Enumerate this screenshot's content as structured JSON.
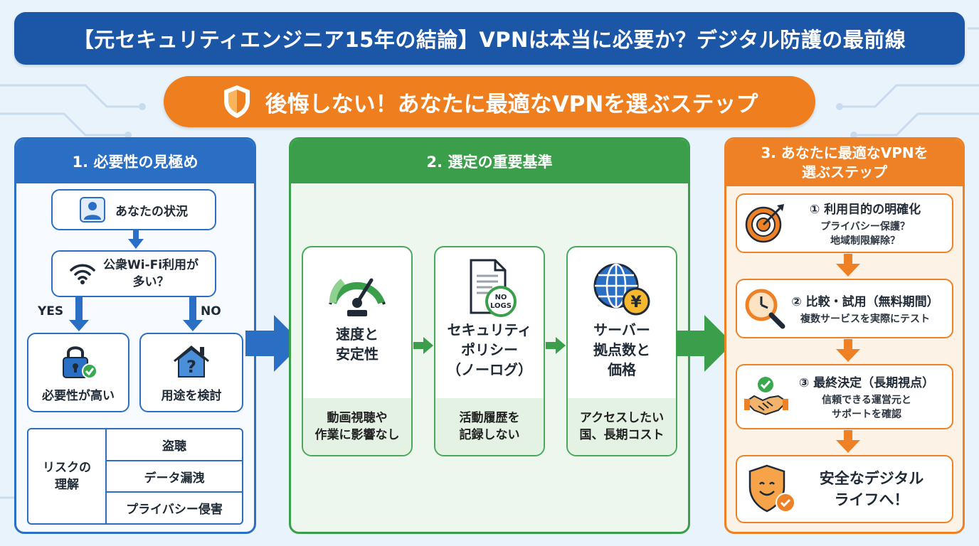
{
  "title": "【元セキュリティエンジニア15年の結論】VPNは本当に必要か？デジタル防護の最前線",
  "subtitle": "後悔しない！あなたに最適なVPNを選ぶステップ",
  "section1": {
    "heading": "1. 必要性の見極め",
    "situation": "あなたの状況",
    "question": "公衆Wi-Fi利用が\n多い？",
    "yes_label": "YES",
    "no_label": "NO",
    "yes_result": "必要性が高い",
    "no_result": "用途を検討",
    "risk_heading": "リスクの\n理解",
    "risks": [
      "盗聴",
      "データ漏洩",
      "プライバシー侵害"
    ]
  },
  "section2": {
    "heading": "2. 選定の重要基準",
    "criteria": [
      {
        "title": "速度と\n安定性",
        "desc": "動画視聴や\n作業に影響なし",
        "icon": "speedometer-icon"
      },
      {
        "title": "セキュリティ\nポリシー\n（ノーログ）",
        "desc": "活動履歴を\n記録しない",
        "icon": "no-logs-document-icon",
        "badge": "NO\nLOGS"
      },
      {
        "title": "サーバー\n拠点数と\n価格",
        "desc": "アクセスしたい\n国、長期コスト",
        "icon": "globe-yen-icon",
        "badge": "¥"
      }
    ]
  },
  "section3": {
    "heading": "3. あなたに最適なVPNを\n選ぶステップ",
    "steps": [
      {
        "title": "① 利用目的の明確化",
        "desc": "プライバシー保護？\n地域制限解除？",
        "icon": "target-icon"
      },
      {
        "title": "② 比較・試用（無料期間）",
        "desc": "複数サービスを実際にテスト",
        "icon": "clock-magnifier-icon"
      },
      {
        "title": "③ 最終決定（長期視点）",
        "desc": "信頼できる運営元と\nサポートを確認",
        "icon": "handshake-icon"
      }
    ],
    "final": "安全なデジタル\nライフへ！"
  },
  "colors": {
    "blue": "#2a6fc4",
    "dark_blue": "#1b57a6",
    "green": "#3a9e4a",
    "orange": "#ee8125"
  }
}
